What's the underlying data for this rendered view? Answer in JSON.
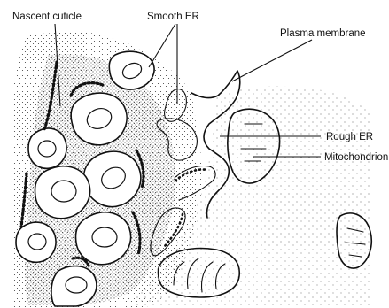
{
  "labels": {
    "nascent_cuticle": "Nascent cuticle",
    "smooth_er": "Smooth ER",
    "plasma_membrane": "Plasma membrane",
    "rough_er": "Rough ER",
    "mitochondrion": "Mitochondrion"
  }
}
